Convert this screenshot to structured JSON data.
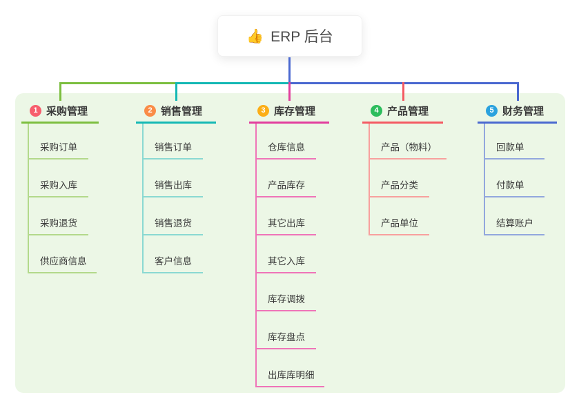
{
  "root": {
    "icon": "👍",
    "label": "ERP 后台"
  },
  "panel": {
    "background": "#ecf7e6"
  },
  "connector": {
    "root_line_color": "#4a68d0"
  },
  "branches": [
    {
      "num": "1",
      "label": "采购管理",
      "badge_color": "#f75e6d",
      "line_color": "#7cbe3f",
      "child_line_color": "#b3d98b",
      "children": [
        "采购订单",
        "采购入库",
        "采购退货",
        "供应商信息"
      ]
    },
    {
      "num": "2",
      "label": "销售管理",
      "badge_color": "#fa8c47",
      "line_color": "#14b8b4",
      "child_line_color": "#8ad9d2",
      "children": [
        "销售订单",
        "销售出库",
        "销售退货",
        "客户信息"
      ]
    },
    {
      "num": "3",
      "label": "库存管理",
      "badge_color": "#fcae16",
      "line_color": "#e23d9d",
      "child_line_color": "#ef74b8",
      "children": [
        "仓库信息",
        "产品库存",
        "其它出库",
        "其它入库",
        "库存调拨",
        "库存盘点",
        "出库库明细"
      ]
    },
    {
      "num": "4",
      "label": "产品管理",
      "badge_color": "#2dbd5d",
      "line_color": "#f45a62",
      "child_line_color": "#f8a09e",
      "children": [
        "产品（物料）",
        "产品分类",
        "产品单位"
      ]
    },
    {
      "num": "5",
      "label": "财务管理",
      "badge_color": "#2ba2de",
      "line_color": "#4a68d0",
      "child_line_color": "#92a7dd",
      "children": [
        "回款单",
        "付款单",
        "结算账户"
      ]
    }
  ]
}
